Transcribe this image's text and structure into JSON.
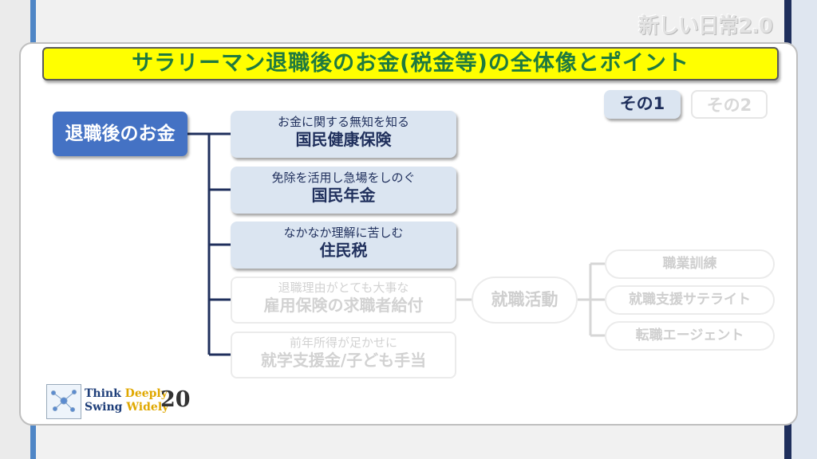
{
  "header": {
    "corner_title": "新しい日常2.0",
    "main_title": "サラリーマン退職後のお金(税金等)の全体像とポイント"
  },
  "tabs": [
    {
      "label": "その1",
      "active": true
    },
    {
      "label": "その2",
      "active": false
    }
  ],
  "tree": {
    "root": "退職後のお金",
    "branches": [
      {
        "sub": "お金に関する無知を知る",
        "main": "国民健康保険",
        "highlighted": true
      },
      {
        "sub": "免除を活用し急場をしのぐ",
        "main": "国民年金",
        "highlighted": true
      },
      {
        "sub": "なかなか理解に苦しむ",
        "main": "住民税",
        "highlighted": true
      },
      {
        "sub": "退職理由がとても大事な",
        "main": "雇用保険の求職者給付",
        "highlighted": false
      },
      {
        "sub": "前年所得が足かせに",
        "main": "就学支援金/子ども手当",
        "highlighted": false
      }
    ],
    "sub_branch": {
      "label": "就職活動",
      "children": [
        "職業訓練",
        "就職支援サテライト",
        "転職エージェント"
      ]
    }
  },
  "logo": {
    "think": "Think",
    "deeply": "Deeply",
    "swing": "Swing",
    "widely": "Widely",
    "number": "20"
  },
  "colors": {
    "title_bg": "#ffff00",
    "title_text": "#1f7a3f",
    "root_bg": "#4472c4",
    "node_bg": "#dbe5f1",
    "node_text": "#1f2f5c",
    "faded_text": "#d2d2d2"
  }
}
